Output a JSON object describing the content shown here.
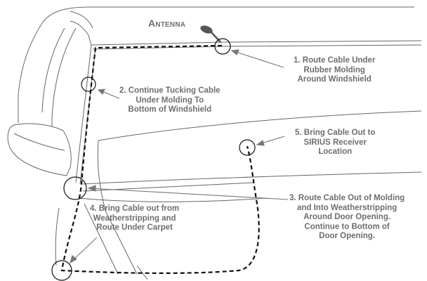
{
  "antenna_label": "Antenna",
  "steps": [
    {
      "lines": [
        "1. Route Cable Under",
        "Rubber Molding",
        "Around Windshield"
      ]
    },
    {
      "lines": [
        "2. Continue Tucking Cable",
        "Under Molding To",
        "Bottom of Windshield"
      ]
    },
    {
      "lines": [
        "3. Route Cable Out of Molding",
        "and Into Weatherstripping",
        "Around Door Opening.",
        "Continue to Bottom of",
        "Door Opening."
      ]
    },
    {
      "lines": [
        "4. Bring Cable out from",
        "Weatherstripping and",
        "Route Under Carpet"
      ]
    },
    {
      "lines": [
        "5. Bring Cable Out to",
        "SIRIUS Receiver",
        "Location"
      ]
    }
  ],
  "colors": {
    "line": "#555555",
    "cable": "#111111",
    "text": "#6e6e6e"
  }
}
